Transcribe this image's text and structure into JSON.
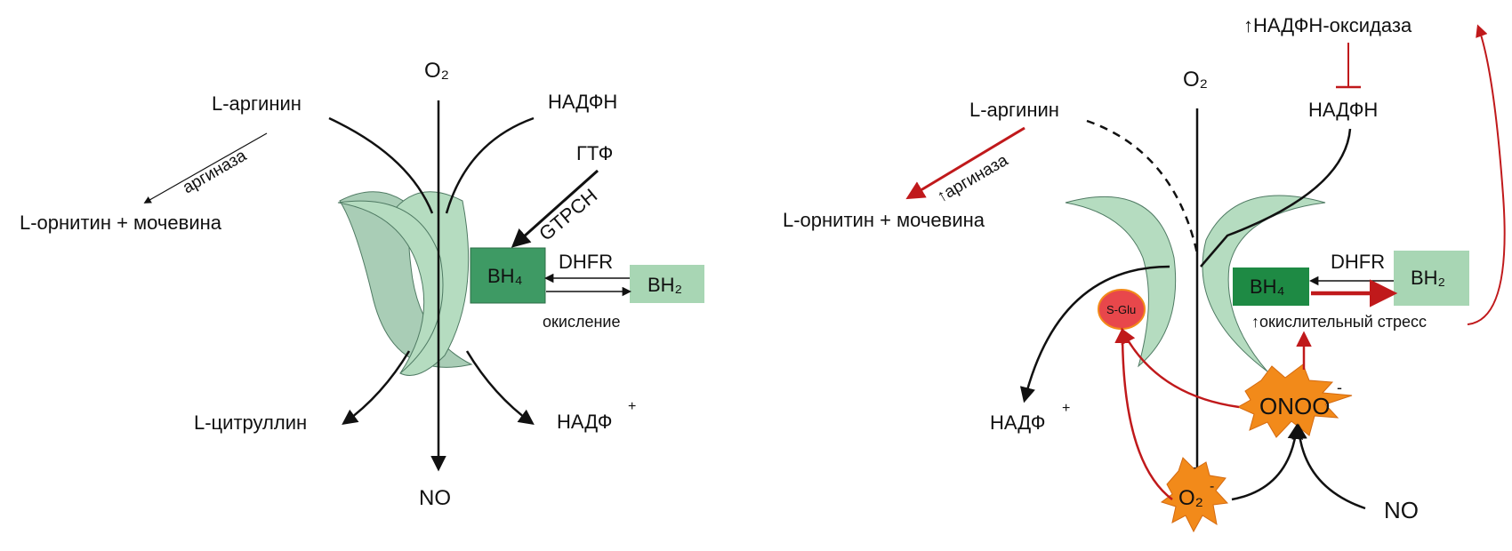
{
  "colors": {
    "crescent": "#b5dcc0",
    "crescent_dark": "#a9cdb6",
    "crescent_stroke": "#4f7a63",
    "bh4_normal": "#3e9a64",
    "bh4_uncoupled": "#1e8a44",
    "bh2": "#a8d6b4",
    "red": "#c0191b",
    "star": "#f28a1a",
    "sglu": "#e8474b"
  },
  "left": {
    "o2": "O₂",
    "l_arginine": "L-аргинин",
    "nadph": "НАДФН",
    "gtp": "ГТФ",
    "gtpch": "GTPCH",
    "arginase": "аргиназа",
    "ornithine_urea": "L-орнитин + мочевина",
    "bh4": "BH₄",
    "bh2": "BH₂",
    "dhfr": "DHFR",
    "oxidation": "окисление",
    "citrulline": "L-цитруллин",
    "nadp": "НАДФ",
    "nadp_sup": "+",
    "no": "NO"
  },
  "right": {
    "nadph_oxidase": "↑НАДФН-оксидаза",
    "o2": "O₂",
    "l_arginine": "L-аргинин",
    "nadph": "НАДФН",
    "arginase": "↑аргиназа",
    "ornithine_urea": "L-орнитин + мочевина",
    "bh4": "BH₄",
    "bh2": "BH₂",
    "dhfr": "DHFR",
    "oxidative_stress": "↑окислительный стресс",
    "sglu": "S-Glu",
    "nadp": "НАДФ",
    "nadp_sup": "+",
    "onoo": "ONOO",
    "onoo_sup": "-",
    "superoxide": "O₂",
    "superoxide_sup": "-",
    "no": "NO"
  }
}
